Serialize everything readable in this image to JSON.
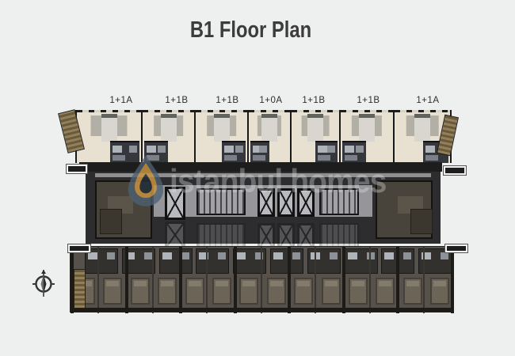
{
  "title": "B1 Floor Plan",
  "unit_labels": [
    {
      "label": "1+1A"
    },
    {
      "label": "1+1B"
    },
    {
      "label": "1+1B"
    },
    {
      "label": "1+0A"
    },
    {
      "label": "1+1B"
    },
    {
      "label": "1+1B"
    },
    {
      "label": "1+1A"
    }
  ],
  "watermark": {
    "text": "istanbul homes",
    "logo": "istanbul-homes-tulip-logo"
  },
  "icons": {
    "compass": "compass-rose-icon"
  },
  "colors": {
    "background": "#eef0ef",
    "title_text": "#3c3c3c",
    "label_text": "#2d2d2d",
    "top_unit_floor": "#e8e0d0",
    "core_band": "#2d2d2f",
    "bottom_unit_floor": "#56514a",
    "watermark_text": "#e4e8ea",
    "logo_slate": "#4e6073",
    "logo_gold": "#c79240"
  }
}
